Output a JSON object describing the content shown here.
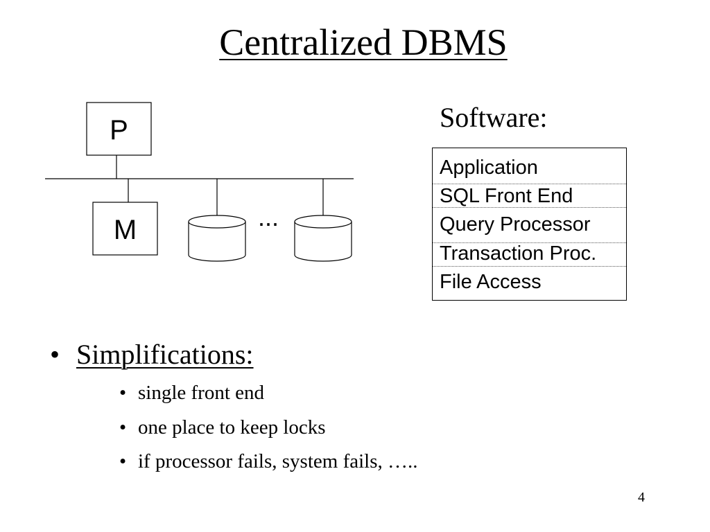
{
  "slide": {
    "title": "Centralized DBMS",
    "page_number": "4"
  },
  "diagram": {
    "processor_label": "P",
    "memory_label": "M",
    "ellipsis": "...",
    "disk_count_shown": 2
  },
  "software": {
    "heading": "Software:",
    "layers": [
      "Application",
      "SQL Front End",
      "Query Processor",
      "Transaction Proc.",
      "File Access"
    ]
  },
  "bullets": {
    "main": "Simplifications:",
    "bullet_char": "•",
    "items": [
      "single front end",
      "one place to keep locks",
      "if processor fails, system fails, ….."
    ]
  }
}
